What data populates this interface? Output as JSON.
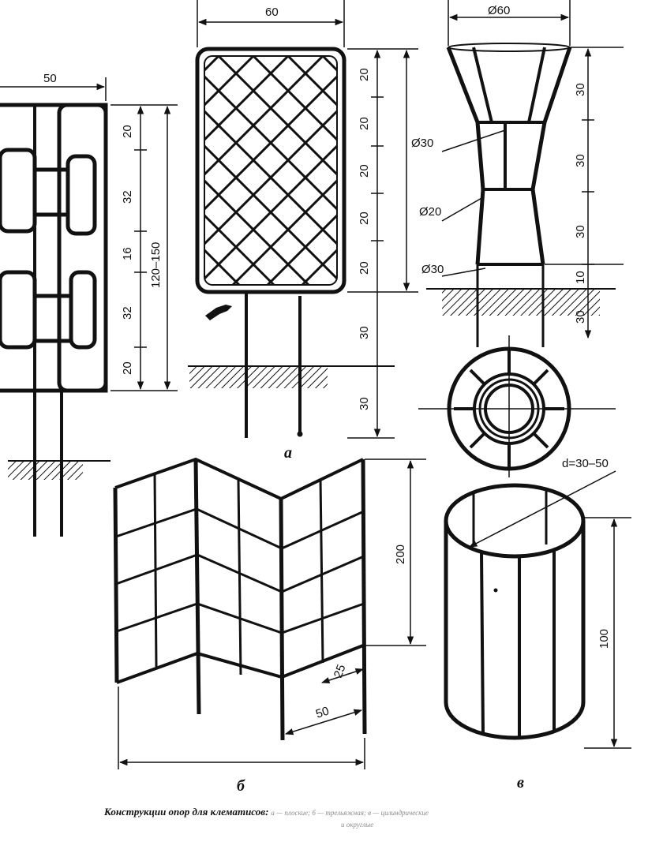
{
  "figure": {
    "dimensions": {
      "a_width": "60",
      "a_heights": [
        "20",
        "20",
        "20",
        "20",
        "20",
        "30",
        "30"
      ],
      "left_width": "50",
      "left_heights": [
        "20",
        "32",
        "16",
        "32",
        "20"
      ],
      "left_total": "120–150",
      "v_top_diam": "Ø60",
      "v_diam_upper": "Ø30",
      "v_diam_mid": "Ø20",
      "v_diam_lower": "Ø30",
      "v_heights": [
        "30",
        "30",
        "30",
        "10",
        "30"
      ],
      "b_height": "200",
      "b_cell": "25",
      "b_panel": "50",
      "cyl_d": "d=30–50",
      "cyl_height": "100"
    },
    "labels": {
      "a": "а",
      "b": "б",
      "v": "в"
    }
  },
  "caption": {
    "title": "Конструкции опор для клематисов:",
    "rest_line1": "а — плоские; б — трельяжная; в — цилиндрические",
    "rest_line2": "и округлые"
  }
}
